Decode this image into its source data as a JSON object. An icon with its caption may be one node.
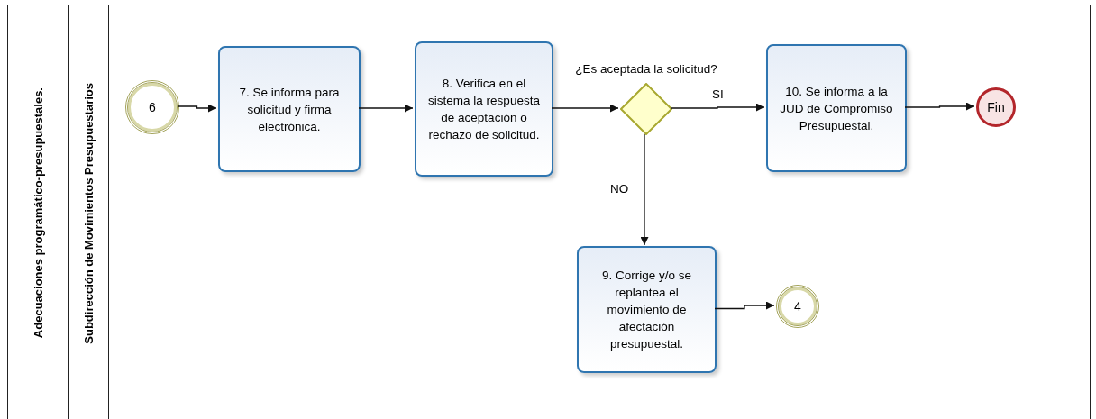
{
  "diagram": {
    "nodes": [
      {
        "text": [
          "Adecuaciones programático-presupuestales."
        ]
      },
      {
        "text": [
          "Subdirección de Movimientos Presupuestarios"
        ],
        "in": 0
      },
      {
        "text": [
          "6"
        ],
        "in": 1
      },
      {
        "text": [
          "7. Se informa para solicitud y firma electrónica."
        ],
        "in": 1
      },
      {
        "text": [
          "8. Verifica en el sistema la respuesta de aceptación o rechazo de solicitud."
        ],
        "in": 1
      },
      {
        "text": [
          "¿Es aceptada la solicitud?"
        ],
        "in": 1
      },
      {
        "text": [
          "10. Se informa a la JUD de Compromiso Presupuestal."
        ],
        "in": 1
      },
      {
        "text": [
          "Fin"
        ],
        "in": 1
      },
      {
        "text": [
          "9. Corrige y/o se replantea el movimiento de afectación presupuestal."
        ],
        "in": 1
      },
      {
        "text": [
          "4"
        ],
        "in": 1
      }
    ],
    "edges": [
      {
        "from": 2,
        "to": 3,
        "arrow": "to"
      },
      {
        "from": 3,
        "to": 4,
        "arrow": "to"
      },
      {
        "from": 4,
        "to": 5,
        "arrow": "to"
      },
      {
        "from": 5,
        "to": 6,
        "arrow": "to",
        "label": "SI"
      },
      {
        "from": 5,
        "to": 8,
        "arrow": "to",
        "label": "NO"
      },
      {
        "from": 6,
        "to": 7,
        "arrow": "to"
      },
      {
        "from": 8,
        "to": 9,
        "arrow": "to"
      }
    ]
  }
}
